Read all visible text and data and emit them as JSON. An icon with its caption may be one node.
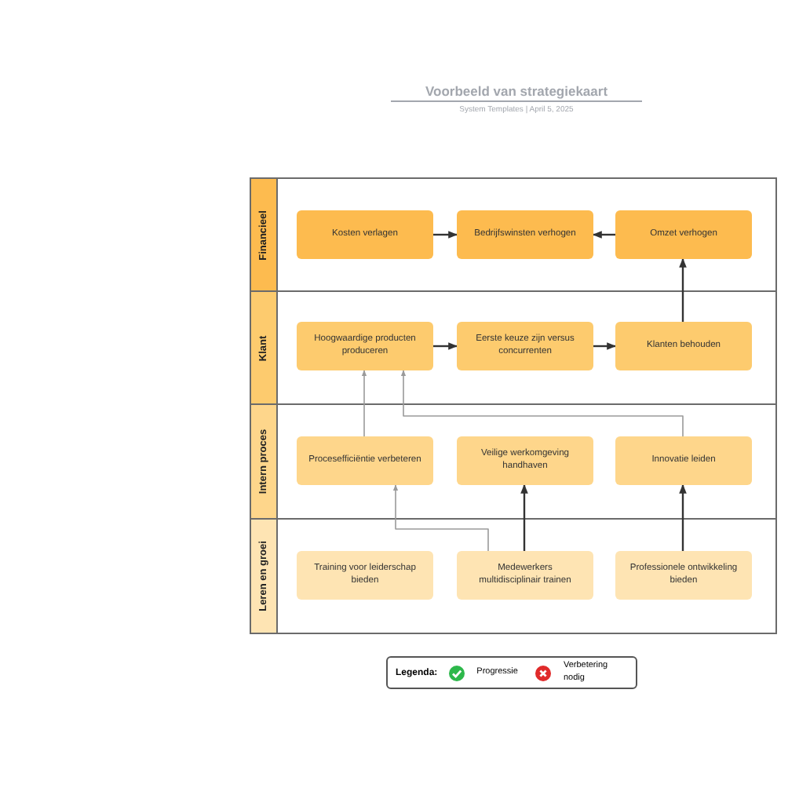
{
  "diagram": {
    "title": "Voorbeeld van strategiekaart",
    "nodes": [
      {
        "text": [
          "Financieel"
        ]
      },
      {
        "text": [
          "Klant"
        ]
      },
      {
        "text": [
          "Intern proces"
        ]
      },
      {
        "text": [
          "Leren en groei"
        ]
      },
      {
        "text": [
          "Kosten verlagen"
        ],
        "in": 0
      },
      {
        "text": [
          "Bedrijfswinsten verhogen"
        ],
        "in": 0
      },
      {
        "text": [
          "Omzet verhogen"
        ],
        "in": 0
      },
      {
        "text": [
          "Hoogwaardige producten produceren"
        ],
        "in": 1
      },
      {
        "text": [
          "Eerste keuze zijn versus concurrenten"
        ],
        "in": 1
      },
      {
        "text": [
          "Klanten behouden"
        ],
        "in": 1
      },
      {
        "text": [
          "Procesefficiëntie verbeteren"
        ],
        "in": 2
      },
      {
        "text": [
          "Veilige werkomgeving handhaven"
        ],
        "in": 2
      },
      {
        "text": [
          "Innovatie leiden"
        ],
        "in": 2
      },
      {
        "text": [
          "Training voor leiderschap bieden"
        ],
        "in": 3
      },
      {
        "text": [
          "Medewerkers multidisciplinair trainen"
        ],
        "in": 3
      },
      {
        "text": [
          "Professionele ontwikkeling bieden"
        ],
        "in": 3
      }
    ],
    "edges": [
      {
        "from": 4,
        "to": 5,
        "arrow": "to"
      },
      {
        "from": 6,
        "to": 5,
        "arrow": "to"
      },
      {
        "from": 9,
        "to": 6,
        "arrow": "to"
      },
      {
        "from": 7,
        "to": 8,
        "arrow": "to"
      },
      {
        "from": 8,
        "to": 9,
        "arrow": "to"
      },
      {
        "from": 10,
        "to": 7,
        "arrow": "to",
        "color": "#9a9a9a"
      },
      {
        "from": 12,
        "to": 7,
        "arrow": "to",
        "color": "#9a9a9a"
      },
      {
        "from": 14,
        "to": 10,
        "arrow": "to",
        "color": "#9a9a9a"
      },
      {
        "from": 14,
        "to": 11,
        "arrow": "to"
      },
      {
        "from": 15,
        "to": 12,
        "arrow": "to"
      }
    ],
    "labels": [
      "System Templates | April 5, 2025",
      "Legenda:"
    ],
    "legend": [
      {
        "text": "Progressie"
      },
      {
        "text": "Verbetering nodig"
      }
    ]
  }
}
